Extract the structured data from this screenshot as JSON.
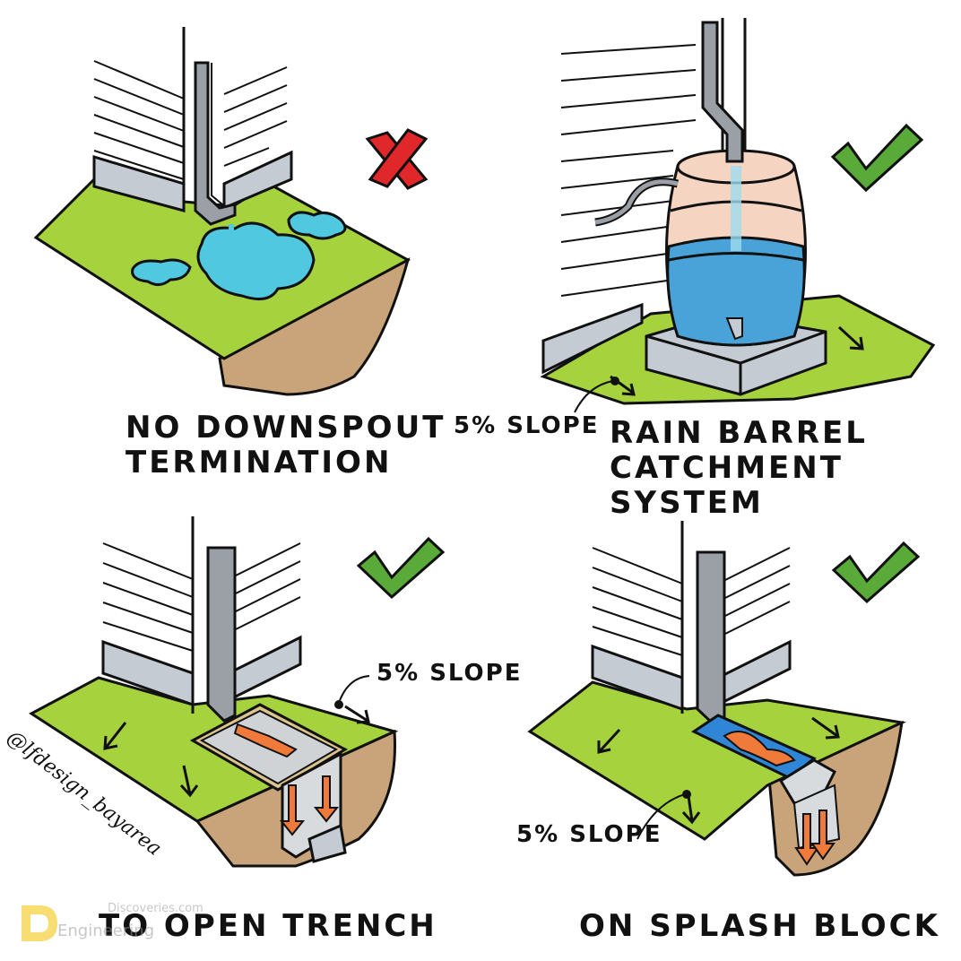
{
  "panels": [
    {
      "id": "no-termination",
      "caption_line1": "NO DOWNSPOUT",
      "caption_line2": "TERMINATION",
      "status": "incorrect"
    },
    {
      "id": "rain-barrel",
      "caption_line1": "RAIN BARREL",
      "caption_line2": "CATCHMENT SYSTEM",
      "slope": "5% SLOPE",
      "status": "correct"
    },
    {
      "id": "open-trench",
      "caption_line1": "TO OPEN TRENCH",
      "slope": "5% SLOPE",
      "status": "correct"
    },
    {
      "id": "splash-block",
      "caption_line1": "ON SPLASH BLOCK",
      "slope": "5% SLOPE",
      "status": "correct"
    }
  ],
  "handle": "@lfdesign_bayarea",
  "watermark": {
    "line1": "Discoveries.com",
    "line2": "Engineering"
  },
  "colors": {
    "grass": "#a6d23e",
    "soil": "#c9a47a",
    "water": "#4fc8e0",
    "barrel_water": "#4aa3d8",
    "flow_arrow": "#f07a3a",
    "splash_block": "#2f86d6",
    "check": "#5aaa3a",
    "cross": "#e0282b",
    "foundation": "#c4cbd2",
    "pipe": "#9aa0a6"
  },
  "icons": [
    "cross-icon",
    "check-icon",
    "slope-arrow-icon",
    "gravel-icon"
  ]
}
